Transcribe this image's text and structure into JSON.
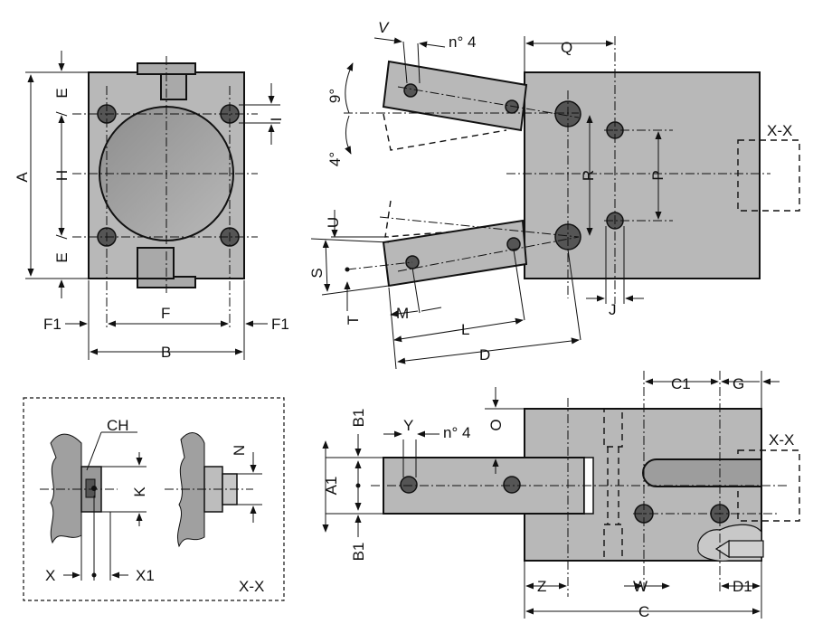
{
  "labels": {
    "A": "A",
    "E": "E",
    "H": "H",
    "I": "I",
    "F1": "F1",
    "F": "F",
    "B": "B",
    "V": "V",
    "n4": "n° 4",
    "Q": "Q",
    "deg9": "9°",
    "deg4": "4°",
    "R": "R",
    "P": "P",
    "XX": "X-X",
    "U": "U",
    "S": "S",
    "T": "T",
    "M": "M",
    "L": "L",
    "D": "D",
    "J": "J",
    "CH": "CH",
    "K": "K",
    "N": "N",
    "X": "X",
    "X1": "X1",
    "B1": "B1",
    "A1": "A1",
    "Y": "Y",
    "O": "O",
    "C1": "C1",
    "G": "G",
    "Z": "Z",
    "W": "W",
    "D1": "D1",
    "C": "C"
  },
  "colors": {
    "body_fill": "#a9a9a9",
    "hole_fill": "#555555",
    "line": "#111111"
  }
}
